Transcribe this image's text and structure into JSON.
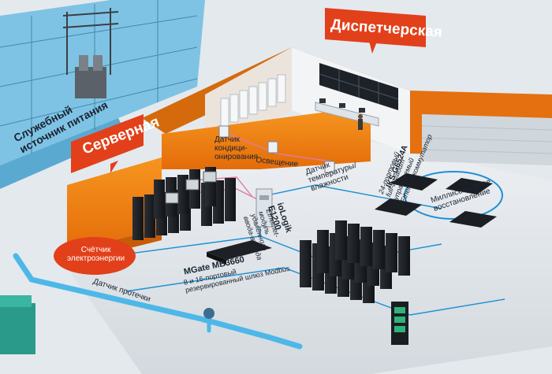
{
  "signs": {
    "control_room": "Диспетчерская",
    "server_room": "Серверная",
    "backup_power": "Служебный\nисточник питания"
  },
  "labels": {
    "conditioning_sensor": "Датчик\nкондици-\nонирования",
    "lighting": "Освещение",
    "temp_humidity_sensor": "Датчик\nтемпературы/\nвлажности",
    "energy_meter": "Счётчик\nэлектроэнергии",
    "leak_sensor": "Датчик протечки",
    "millisecond_recovery": "Миллисекундное\nвосстановление",
    "iks_title": "IKS-G6524A",
    "iks_desc": "24-портовый\nfull-гигабит\nуправляемый\nEthernet-коммутатор",
    "iologik_title": "ioLogik\nE1200",
    "iologik_desc": "Ethernet-\nмодуль\nудалённого\nввода-вывода",
    "mgate_title": "MGate MB3660",
    "mgate_desc": "8 и 16-портовый\nрезервированный шлюз Modbus"
  },
  "colors": {
    "orange": "#f07a10",
    "orange_dark": "#c95a05",
    "red_sign": "#e2401a",
    "network_blue": "#1e8fd6",
    "pipe_blue": "#4db8e8",
    "floor": "#d9dfe4"
  }
}
